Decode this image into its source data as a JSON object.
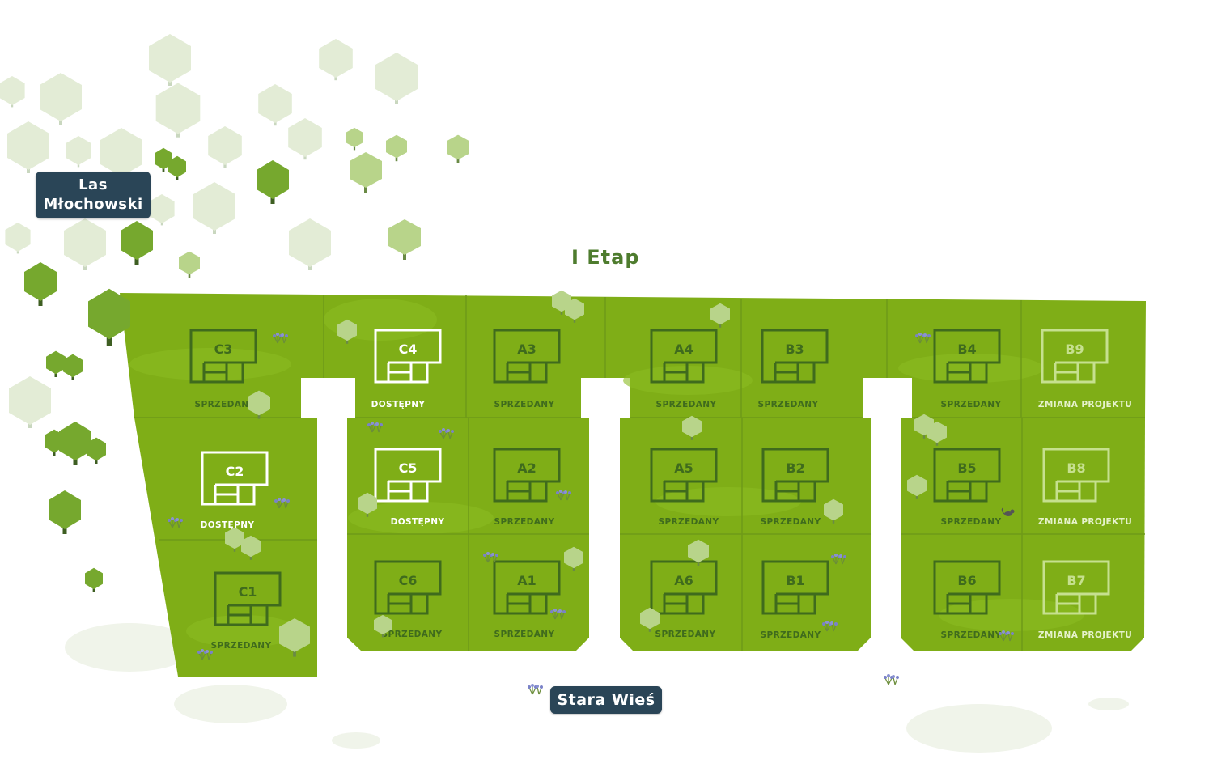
{
  "map": {
    "stage_title": "I Etap",
    "labels": {
      "forest": [
        "Las",
        "Młochowski"
      ],
      "village": "Stara Wieś"
    },
    "colors": {
      "plot": "#7fae17",
      "plot_border": "#6f9a18",
      "house_sold": "#3f6b1d",
      "house_available": "#ffffff",
      "house_change": "#c6e08f",
      "text_sold": "#3f6b1d",
      "text_change": "#e6f2cc",
      "label_bg": "#2a4557",
      "title": "#4e7c2e"
    },
    "lots": [
      {
        "code": "C3",
        "status": "SPRZEDANY",
        "state": "sold"
      },
      {
        "code": "C4",
        "status": "DOSTĘPNY",
        "state": "available"
      },
      {
        "code": "A3",
        "status": "SPRZEDANY",
        "state": "sold"
      },
      {
        "code": "A4",
        "status": "SPRZEDANY",
        "state": "sold"
      },
      {
        "code": "B3",
        "status": "SPRZEDANY",
        "state": "sold"
      },
      {
        "code": "B4",
        "status": "SPRZEDANY",
        "state": "sold"
      },
      {
        "code": "B9",
        "status": "ZMIANA PROJEKTU",
        "state": "change"
      },
      {
        "code": "C2",
        "status": "DOSTĘPNY",
        "state": "available"
      },
      {
        "code": "C5",
        "status": "DOSTĘPNY",
        "state": "available"
      },
      {
        "code": "A2",
        "status": "SPRZEDANY",
        "state": "sold"
      },
      {
        "code": "A5",
        "status": "SPRZEDANY",
        "state": "sold"
      },
      {
        "code": "B2",
        "status": "SPRZEDANY",
        "state": "sold"
      },
      {
        "code": "B5",
        "status": "SPRZEDANY",
        "state": "sold"
      },
      {
        "code": "B8",
        "status": "ZMIANA PROJEKTU",
        "state": "change"
      },
      {
        "code": "C1",
        "status": "SPRZEDANY",
        "state": "sold"
      },
      {
        "code": "C6",
        "status": "SPRZEDANY",
        "state": "sold"
      },
      {
        "code": "A1",
        "status": "SPRZEDANY",
        "state": "sold"
      },
      {
        "code": "A6",
        "status": "SPRZEDANY",
        "state": "sold"
      },
      {
        "code": "B1",
        "status": "SPRZEDANY",
        "state": "sold"
      },
      {
        "code": "B6",
        "status": "SPRZEDANY",
        "state": "sold"
      },
      {
        "code": "B7",
        "status": "ZMIANA PROJEKTU",
        "state": "change"
      }
    ]
  }
}
